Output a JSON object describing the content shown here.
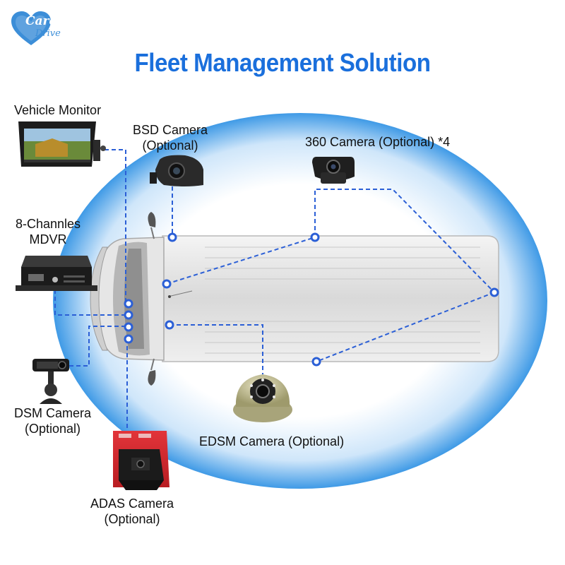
{
  "brand": {
    "line1": "Care",
    "line2": "Drive"
  },
  "title": "Fleet Management Solution",
  "components": {
    "vehicle_monitor": {
      "label": "Vehicle Monitor"
    },
    "bsd_camera": {
      "label": "BSD Camera",
      "sublabel": "(Optional)"
    },
    "camera_360": {
      "label": "360 Camera (Optional) *4"
    },
    "mdvr": {
      "label": "8-Channles",
      "sublabel": "MDVR"
    },
    "dsm_camera": {
      "label": "DSM Camera",
      "sublabel": "(Optional)"
    },
    "edsm_camera": {
      "label": "EDSM Camera (Optional)"
    },
    "adas_camera": {
      "label": "ADAS Camera",
      "sublabel": "(Optional)"
    }
  },
  "colors": {
    "title": "#1a6fdc",
    "connector": "#2b5fd6",
    "halo_edge": "#3f9ae6",
    "halo_center": "#ffffff",
    "adas_red": "#d8262c"
  },
  "icons": {
    "vehicle_monitor": "monitor-icon",
    "bsd_camera": "side-camera-icon",
    "camera_360": "mini-camera-icon",
    "mdvr": "dvr-box-icon",
    "dsm_camera": "driver-camera-icon",
    "edsm_camera": "dome-camera-icon",
    "adas_camera": "windshield-camera-icon",
    "van": "van-top-view-icon"
  }
}
